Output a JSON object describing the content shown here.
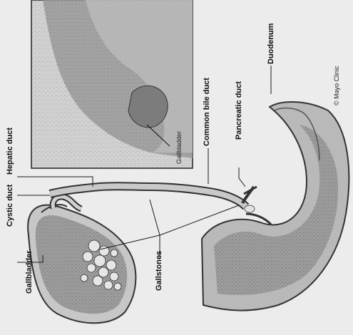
{
  "labels": {
    "hepatic_duct": "Hepatic duct",
    "cystic_duct": "Cystic duct",
    "gallbladder_main": "Gallbladder",
    "gallbladder_inset": "Gallbladder",
    "common_bile_duct": "Common bile duct",
    "pancreatic_duct": "Pancreatic duct",
    "duodenum": "Duodenum",
    "gallstones": "Gallstones",
    "credit": "© Mayo Clinic"
  },
  "colors": {
    "background": "#ececec",
    "organ_dark": "#8a8a8a",
    "organ_mid": "#b5b5b5",
    "organ_light": "#d6d6d6",
    "line": "#1a1a1a"
  }
}
